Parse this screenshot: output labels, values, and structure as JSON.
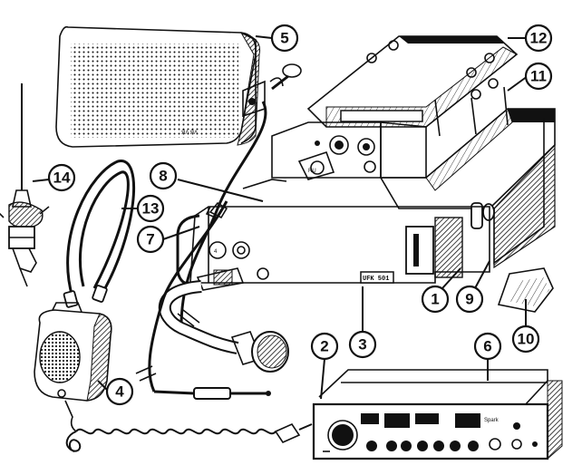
{
  "callouts": [
    {
      "label": "1"
    },
    {
      "label": "2"
    },
    {
      "label": "3"
    },
    {
      "label": "4"
    },
    {
      "label": "5"
    },
    {
      "label": "6"
    },
    {
      "label": "7"
    },
    {
      "label": "8"
    },
    {
      "label": "9"
    },
    {
      "label": "10"
    },
    {
      "label": "11"
    },
    {
      "label": "12"
    },
    {
      "label": "13"
    },
    {
      "label": "14"
    }
  ],
  "device_text": {
    "radio_plate": "UFK 501",
    "connector_ru": "RU",
    "control_panel_brand": "Spark"
  }
}
